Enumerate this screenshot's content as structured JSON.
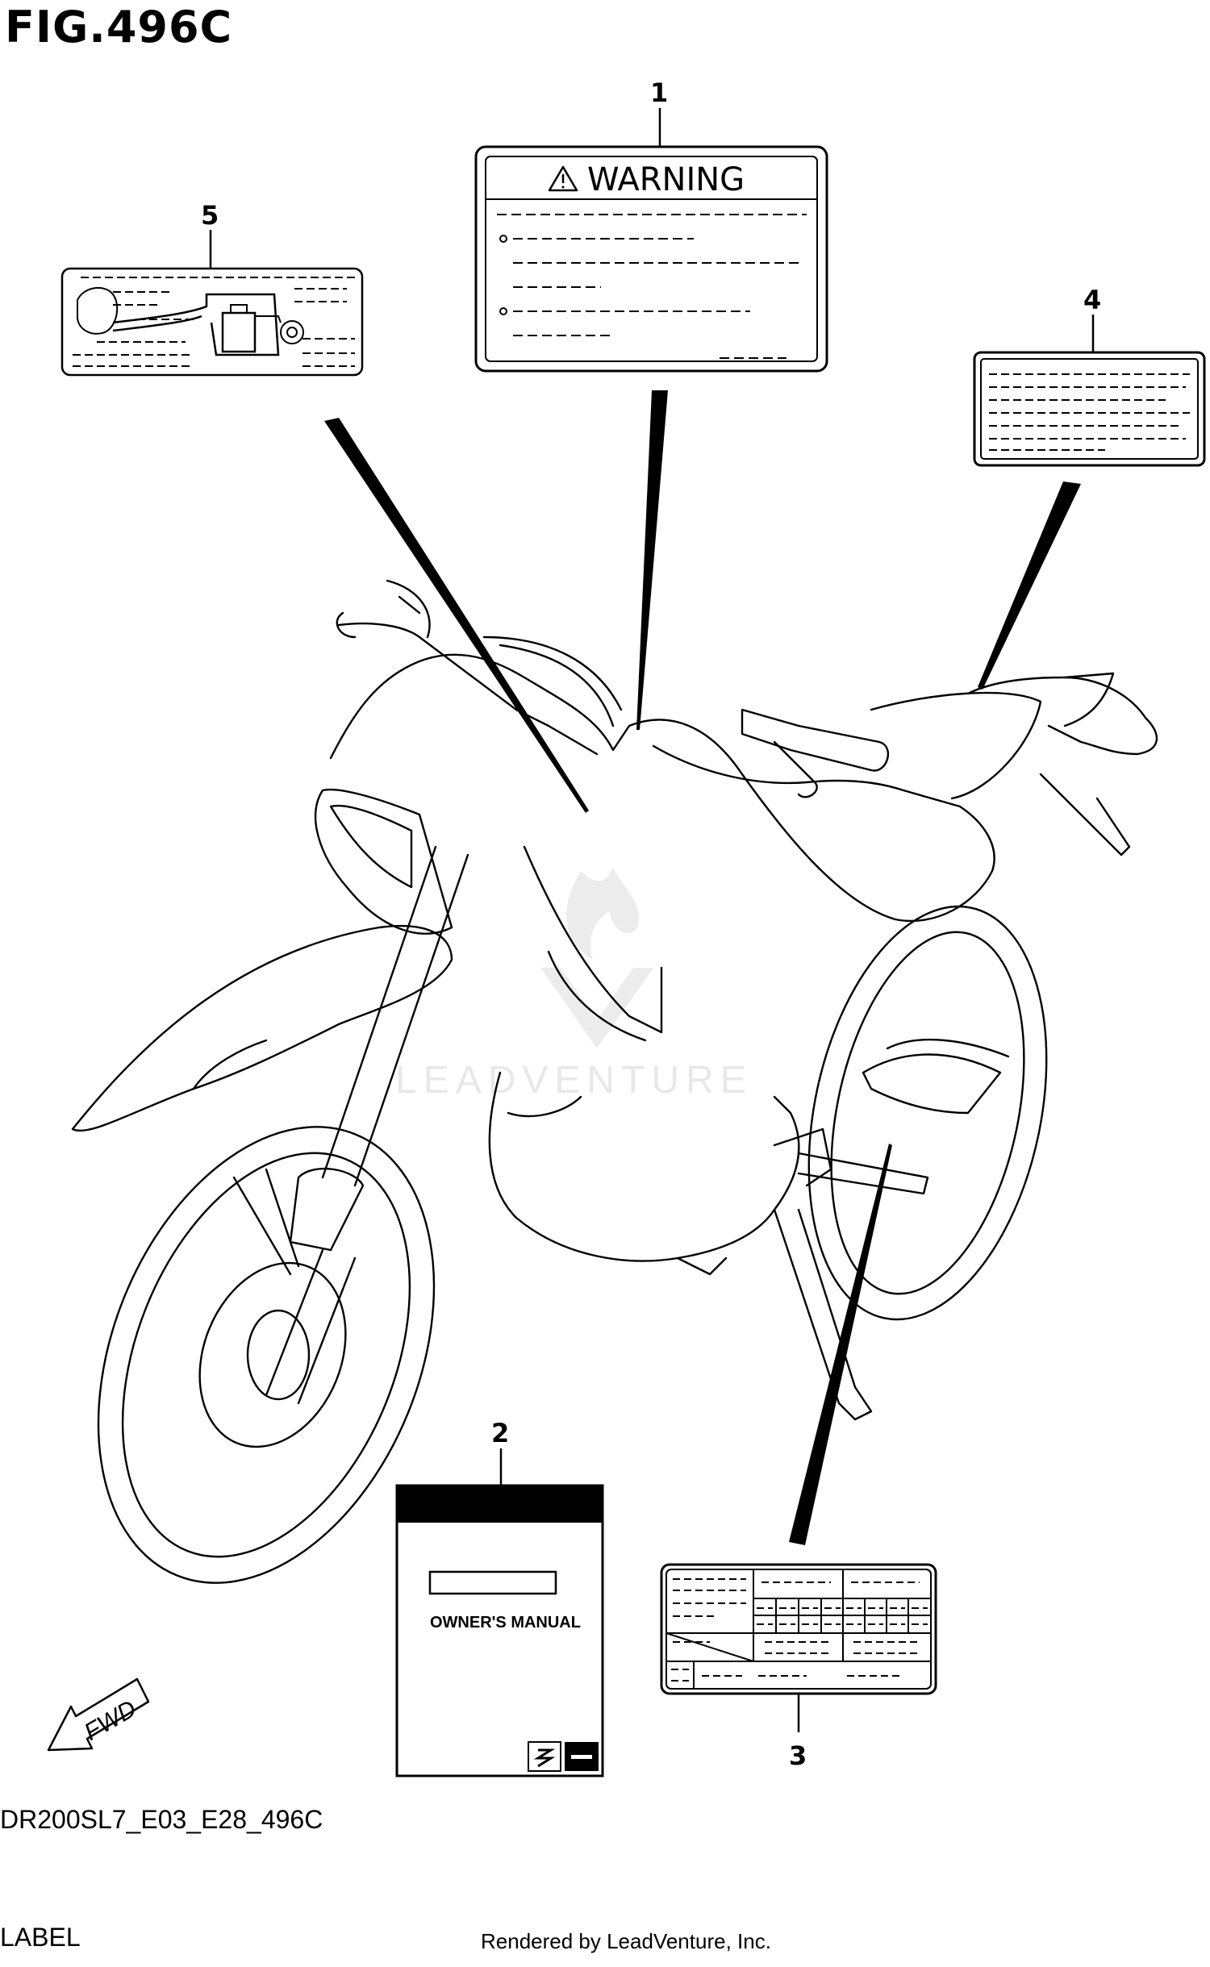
{
  "figure": {
    "title": "FIG.496C",
    "code": "DR200SL7_E03_E28_496C",
    "category": "LABEL",
    "footer": "Rendered by LeadVenture, Inc.",
    "watermark": "LEADVENTURE"
  },
  "callouts": [
    {
      "number": "1",
      "part": "warning-label"
    },
    {
      "number": "2",
      "part": "owners-manual"
    },
    {
      "number": "3",
      "part": "information-label"
    },
    {
      "number": "4",
      "part": "text-label"
    },
    {
      "number": "5",
      "part": "evap-hose-routing-label"
    }
  ],
  "labels": {
    "warning_text": "WARNING",
    "manual_text": "OWNER'S MANUAL",
    "fwd_text": "FWD"
  },
  "colors": {
    "line": "#000000",
    "background": "#ffffff",
    "watermark": "#e6e6e6"
  }
}
